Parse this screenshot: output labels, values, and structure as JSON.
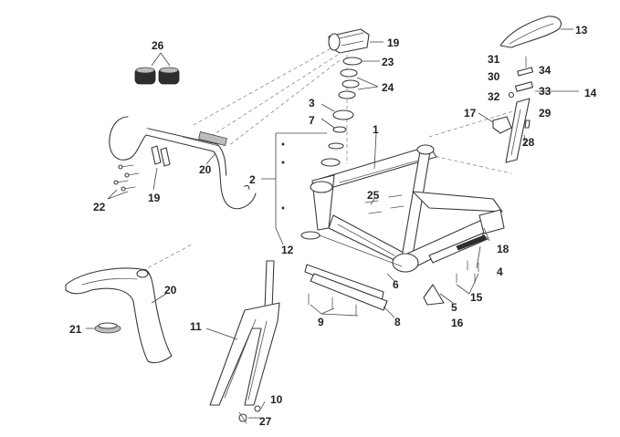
{
  "labels": {
    "l1": "1",
    "l2": "2",
    "l3": "3",
    "l4": "4",
    "l5": "5",
    "l6": "6",
    "l7": "7",
    "l8": "8",
    "l9": "9",
    "l10": "10",
    "l11": "11",
    "l12": "12",
    "l13": "13",
    "l14": "14",
    "l15": "15",
    "l16": "16",
    "l17": "17",
    "l18": "18",
    "l19a": "19",
    "l19b": "19",
    "l20a": "20",
    "l20b": "20",
    "l21": "21",
    "l22": "22",
    "l23": "23",
    "l24": "24",
    "l25": "25",
    "l26": "26",
    "l27": "27",
    "l28": "28",
    "l29": "29",
    "l30": "30",
    "l31": "31",
    "l32": "32",
    "l33": "33",
    "l34": "34"
  },
  "colors": {
    "line": "#3a3a3a",
    "label": "#222222",
    "background": "#ffffff"
  }
}
